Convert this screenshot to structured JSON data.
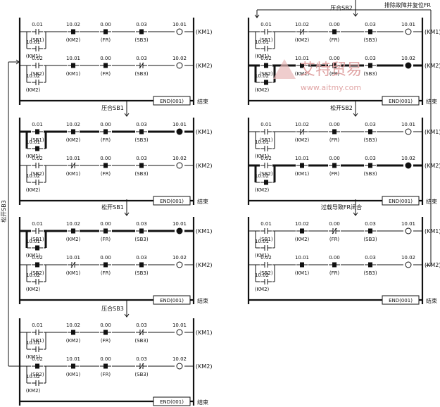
{
  "top_note": "排除故障并复位FR",
  "side_note": "松开SB3",
  "watermark": {
    "brand": "艾特贸易",
    "url": "www.aitmy.com"
  },
  "diagrams": [
    {
      "id": "d1",
      "step_label": "",
      "rungs": [
        {
          "coil": "(KM1)",
          "top": [
            "0.01",
            "10.02",
            "0.00",
            "0.03",
            "10.01"
          ],
          "bot": [
            "(SB1)",
            "(KM2)",
            "(FR)",
            "(SB3)"
          ],
          "branch": [
            "10.01",
            "(KM1)"
          ]
        },
        {
          "coil": "(KM2)",
          "top": [
            "0.02",
            "10.01",
            "0.00",
            "0.03",
            "10.02"
          ],
          "bot": [
            "(SB2)",
            "(KM1)",
            "(FR)",
            "(SB3)"
          ],
          "branch": [
            "10.02",
            "(KM2)"
          ]
        }
      ],
      "end": "END(001)",
      "end_note": "结束"
    },
    {
      "id": "d2",
      "step_label": "压合SB1",
      "rungs": [
        {
          "coil": "(KM1)",
          "top": [
            "0.01",
            "10.02",
            "0.00",
            "0.03",
            "10.01"
          ],
          "bot": [
            "(SB1)",
            "(KM2)",
            "(FR)",
            "(SB3)"
          ],
          "branch": [
            "10.01",
            "(KM1)"
          ]
        },
        {
          "coil": "(KM2)",
          "top": [
            "0.02",
            "10.01",
            "0.00",
            "0.03",
            "10.02"
          ],
          "bot": [
            "(SB2)",
            "(KM1)",
            "(FR)",
            "(SB3)"
          ],
          "branch": [
            "10.02",
            "(KM2)"
          ]
        }
      ],
      "end": "END(001)",
      "end_note": "结束"
    },
    {
      "id": "d3",
      "step_label": "松开SB1",
      "rungs": [
        {
          "coil": "(KM1)",
          "top": [
            "0.01",
            "10.02",
            "0.00",
            "0.03",
            "10.01"
          ],
          "bot": [
            "(SB1)",
            "(KM2)",
            "(FR)",
            "(SB3)"
          ],
          "branch": [
            "10.01",
            "(KM1)"
          ]
        },
        {
          "coil": "(KM2)",
          "top": [
            "0.02",
            "10.01",
            "0.00",
            "0.03",
            "10.02"
          ],
          "bot": [
            "(SB2)",
            "(KM1)",
            "(FR)",
            "(SB3)"
          ],
          "branch": [
            "10.02",
            "(KM2)"
          ]
        }
      ],
      "end": "END(001)",
      "end_note": "结束"
    },
    {
      "id": "d4",
      "step_label": "压合SB3",
      "rungs": [
        {
          "coil": "(KM1)",
          "top": [
            "0.01",
            "10.02",
            "0.00",
            "0.03",
            "10.01"
          ],
          "bot": [
            "(SB1)",
            "(KM2)",
            "(FR)",
            "(SB3)"
          ],
          "branch": [
            "10.01",
            "(KM1)"
          ]
        },
        {
          "coil": "(KM2)",
          "top": [
            "0.02",
            "10.01",
            "0.00",
            "0.03",
            "10.02"
          ],
          "bot": [
            "(SB2)",
            "(KM1)",
            "(FR)",
            "(SB3)"
          ],
          "branch": [
            "10.02",
            "(KM2)"
          ]
        }
      ],
      "end": "END(001)",
      "end_note": "结束"
    },
    {
      "id": "d5",
      "step_label": "压合SB2",
      "rungs": [
        {
          "coil": "(KM1)",
          "top": [
            "0.01",
            "10.02",
            "0.00",
            "0.03",
            "10.01"
          ],
          "bot": [
            "(SB1)",
            "(KM2)",
            "(FR)",
            "(SB3)"
          ],
          "branch": [
            "10.01",
            "(KM1)"
          ]
        },
        {
          "coil": "(KM2)",
          "top": [
            "0.02",
            "10.01",
            "0.00",
            "0.03",
            "10.02"
          ],
          "bot": [
            "(SB2)",
            "(KM1)",
            "(FR)",
            "(SB3)"
          ],
          "branch": [
            "10.02",
            "(KM2)"
          ]
        }
      ],
      "end": "END(001)",
      "end_note": "结束"
    },
    {
      "id": "d6",
      "step_label": "松开SB2",
      "rungs": [
        {
          "coil": "(KM1)",
          "top": [
            "0.01",
            "10.02",
            "0.00",
            "0.03",
            "10.01"
          ],
          "bot": [
            "(SB1)",
            "(KM2)",
            "(FR)",
            "(SB3)"
          ],
          "branch": [
            "10.01",
            "(KM1)"
          ]
        },
        {
          "coil": "(KM2)",
          "top": [
            "0.02",
            "10.01",
            "0.00",
            "0.03",
            "10.02"
          ],
          "bot": [
            "(SB2)",
            "(KM1)",
            "(FR)",
            "(SB3)"
          ],
          "branch": [
            "10.02",
            "(KM2)"
          ]
        }
      ],
      "end": "END(001)",
      "end_note": "结束"
    },
    {
      "id": "d7",
      "step_label": "过载导致FR闭合",
      "rungs": [
        {
          "coil": "(KM1)",
          "top": [
            "0.01",
            "10.02",
            "0.00",
            "0.03",
            "10.01"
          ],
          "bot": [
            "(SB1)",
            "(KM2)",
            "(FR)",
            "(SB3)"
          ],
          "branch": [
            "10.01",
            "(KM1)"
          ]
        },
        {
          "coil": "(KM2)",
          "top": [
            "0.02",
            "10.01",
            "0.00",
            "0.03",
            "10.02"
          ],
          "bot": [
            "(SB2)",
            "(KM1)",
            "(FR)",
            "(SB3)"
          ],
          "branch": [
            "10.02",
            "(KM2)"
          ]
        }
      ],
      "end": "END(001)",
      "end_note": "结束"
    }
  ]
}
